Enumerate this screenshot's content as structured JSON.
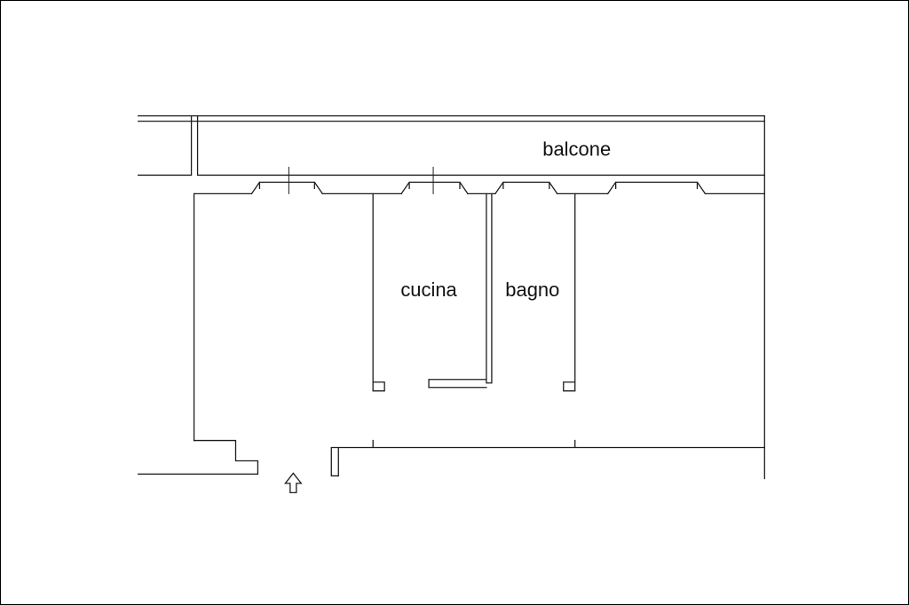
{
  "page": {
    "background_color": "#ffffff",
    "line_color": "#1c1c1c",
    "border_color": "#000000"
  },
  "floor_plan": {
    "labels": {
      "balcone": "balcone",
      "cucina": "cucina",
      "bagno": "bagno"
    },
    "icons": {
      "entrance_arrow": "⇧"
    }
  }
}
